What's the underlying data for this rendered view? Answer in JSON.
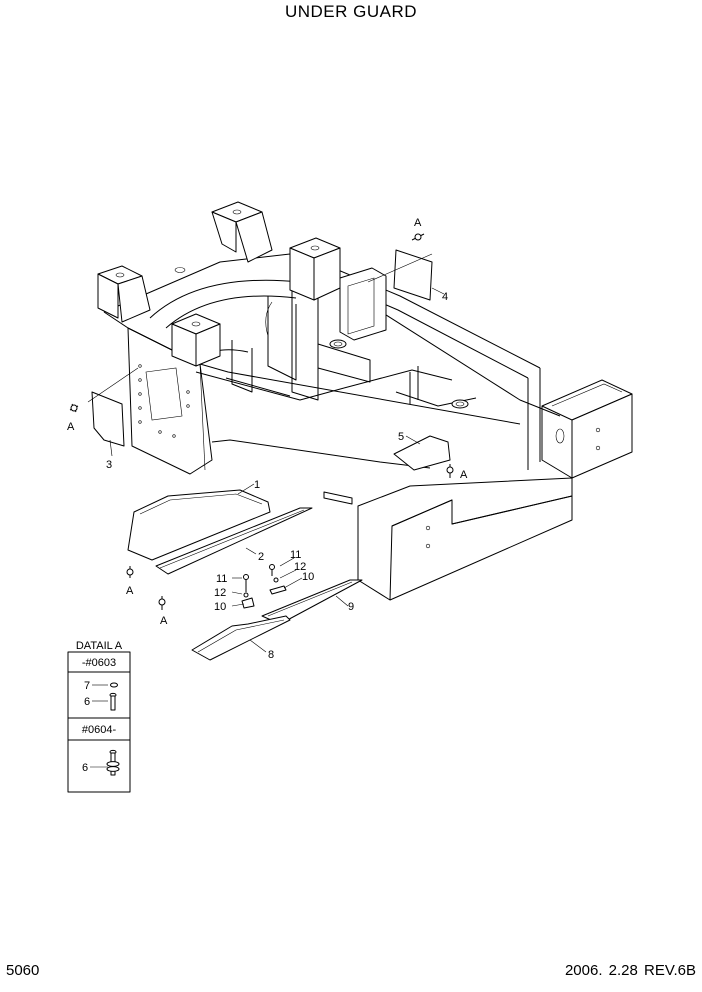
{
  "title": "UNDER GUARD",
  "page_number": "5060",
  "revision": "2006. 2.28  REV.6B",
  "callouts": {
    "c1": "1",
    "c2": "2",
    "c3": "3",
    "c4": "4",
    "c5": "5",
    "c8": "8",
    "c9": "9",
    "c10a": "10",
    "c10b": "10",
    "c11a": "11",
    "c11b": "11",
    "c12a": "12",
    "c12b": "12"
  },
  "detail_refs": {
    "a1": "A",
    "a2": "A",
    "a3": "A",
    "a4": "A",
    "a5": "A"
  },
  "detail_table": {
    "title": "DATAIL A",
    "rows": [
      {
        "serial": "-#0603",
        "parts": [
          "7",
          "6"
        ]
      },
      {
        "serial": "#0604-",
        "parts": [
          "6"
        ]
      }
    ]
  }
}
